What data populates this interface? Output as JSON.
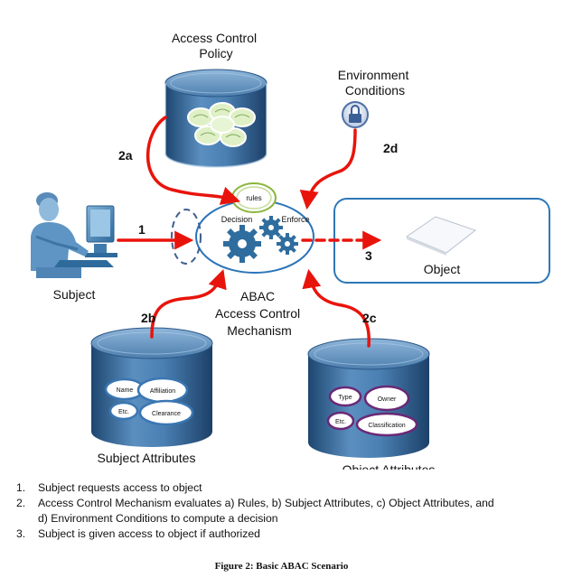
{
  "diagram": {
    "policy_label": [
      "Access Control",
      "Policy"
    ],
    "environment_label": [
      "Environment",
      "Conditions"
    ],
    "subject_label": "Subject",
    "object_label": "Object",
    "mechanism_label": [
      "ABAC",
      "Access Control",
      "Mechanism"
    ],
    "subject_attributes_label": "Subject Attributes",
    "object_attributes_label": "Object Attributes",
    "rules_label": "rules",
    "decision_label": "Decision",
    "enforce_label": "Enforce",
    "arrow_labels": {
      "a1": "1",
      "a2a": "2a",
      "a2b": "2b",
      "a2c": "2c",
      "a2d": "2d",
      "a3": "3"
    },
    "subject_attr_items": [
      "Name",
      "Affiliation",
      "Etc.",
      "Clearance"
    ],
    "object_attr_items": [
      "Type",
      "Owner",
      "Etc.",
      "Classification"
    ],
    "colors": {
      "arrow": "#e8140c",
      "label_red": "#e01b12",
      "cylinder": "#3e6d9c",
      "gear": "#2f6d9e",
      "subject_attr_ring": "#3a76b3",
      "object_attr_ring": "#6a2876",
      "rules_ring": "#8ab63c",
      "object_box": "#2e77b8"
    }
  },
  "steps": [
    {
      "num": "1.",
      "text": "Subject requests access to object"
    },
    {
      "num": "2.",
      "text": "Access Control Mechanism evaluates a) Rules, b) Subject Attributes, c) Object Attributes, and",
      "text2": "d) Environment Conditions to  compute a decision"
    },
    {
      "num": "3.",
      "text": "Subject is given access to object if authorized"
    }
  ],
  "caption": "Figure 2: Basic ABAC Scenario"
}
